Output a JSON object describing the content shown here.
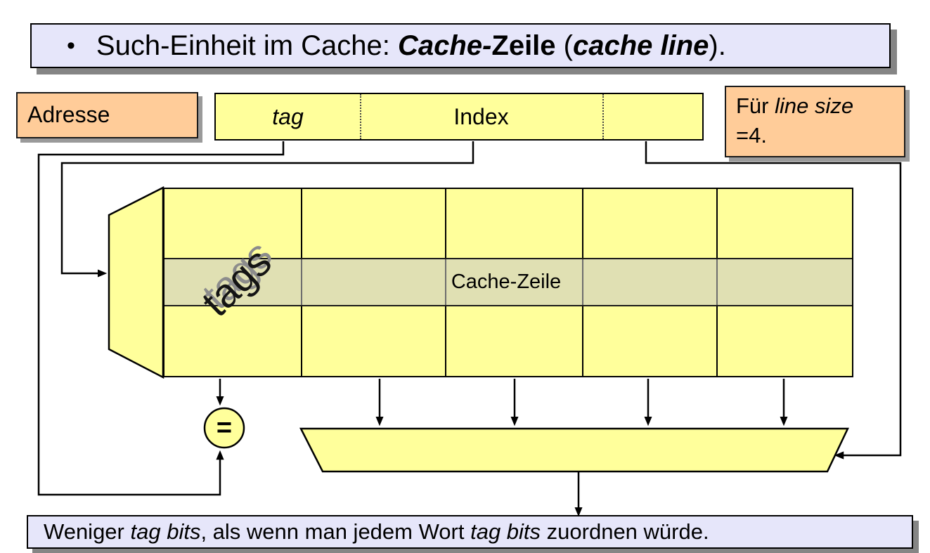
{
  "title": {
    "bullet": "•",
    "segments": [
      {
        "text": "Such-Einheit im Cache: ",
        "style": "normal"
      },
      {
        "text": "Cache-",
        "style": "bold-italic"
      },
      {
        "text": "Zeile",
        "style": "bold"
      },
      {
        "text": " (",
        "style": "normal"
      },
      {
        "text": "cache line",
        "style": "bold-italic"
      },
      {
        "text": ").",
        "style": "normal"
      }
    ]
  },
  "address_label": {
    "text": "Adresse"
  },
  "address_field": {
    "sections": [
      {
        "label": "tag",
        "style": "italic"
      },
      {
        "label": "Index",
        "style": "normal"
      },
      {
        "label": "",
        "style": "normal"
      }
    ]
  },
  "note_box": {
    "line1_segments": [
      {
        "text": "Für ",
        "style": "normal"
      },
      {
        "text": "line size",
        "style": "italic"
      }
    ],
    "line2": "=4."
  },
  "cache": {
    "tags_label": "tags",
    "row_label": "Cache-Zeile",
    "columns": 5,
    "rows": 3
  },
  "comparator": {
    "symbol": "="
  },
  "bottom_note": {
    "segments": [
      {
        "text": "Weniger ",
        "style": "normal"
      },
      {
        "text": "tag bits",
        "style": "italic"
      },
      {
        "text": ", als wenn man jedem Wort ",
        "style": "normal"
      },
      {
        "text": "tag bits",
        "style": "italic"
      },
      {
        "text": " zuordnen würde.",
        "style": "normal"
      }
    ]
  },
  "colors": {
    "cell_yellow": "#ffff9b",
    "note_orange": "#ffcc99",
    "banner_lavender": "#e6e6fa",
    "highlight_row": "#eaeac6",
    "shadow_gray": "#858585",
    "wire_black": "#000000"
  }
}
